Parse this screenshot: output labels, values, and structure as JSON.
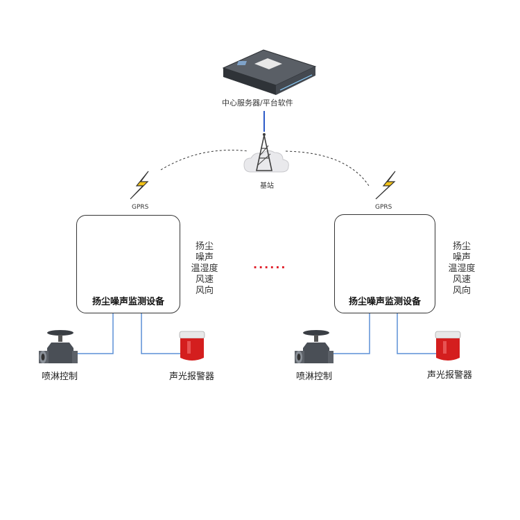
{
  "server": {
    "label": "中心服务器/平台软件"
  },
  "base_station": {
    "label": "基站"
  },
  "links": {
    "gprs_left": "GPRS",
    "gprs_right": "GPRS"
  },
  "device_left": {
    "name": "扬尘噪声监测设备",
    "params": [
      "扬尘",
      "噪声",
      "温湿度",
      "风速",
      "风向"
    ],
    "spray_label": "喷淋控制",
    "alarm_label": "声光报警器"
  },
  "device_right": {
    "name": "扬尘噪声监测设备",
    "params": [
      "扬尘",
      "噪声",
      "温湿度",
      "风速",
      "风向"
    ],
    "spray_label": "喷淋控制",
    "alarm_label": "声光报警器"
  },
  "ellipsis": "······",
  "colors": {
    "connector": "#5b8fd6",
    "lightning": "#f2c218",
    "alarm": "#d41e1e",
    "display": "#c0302f",
    "dots": "#e0202a"
  }
}
